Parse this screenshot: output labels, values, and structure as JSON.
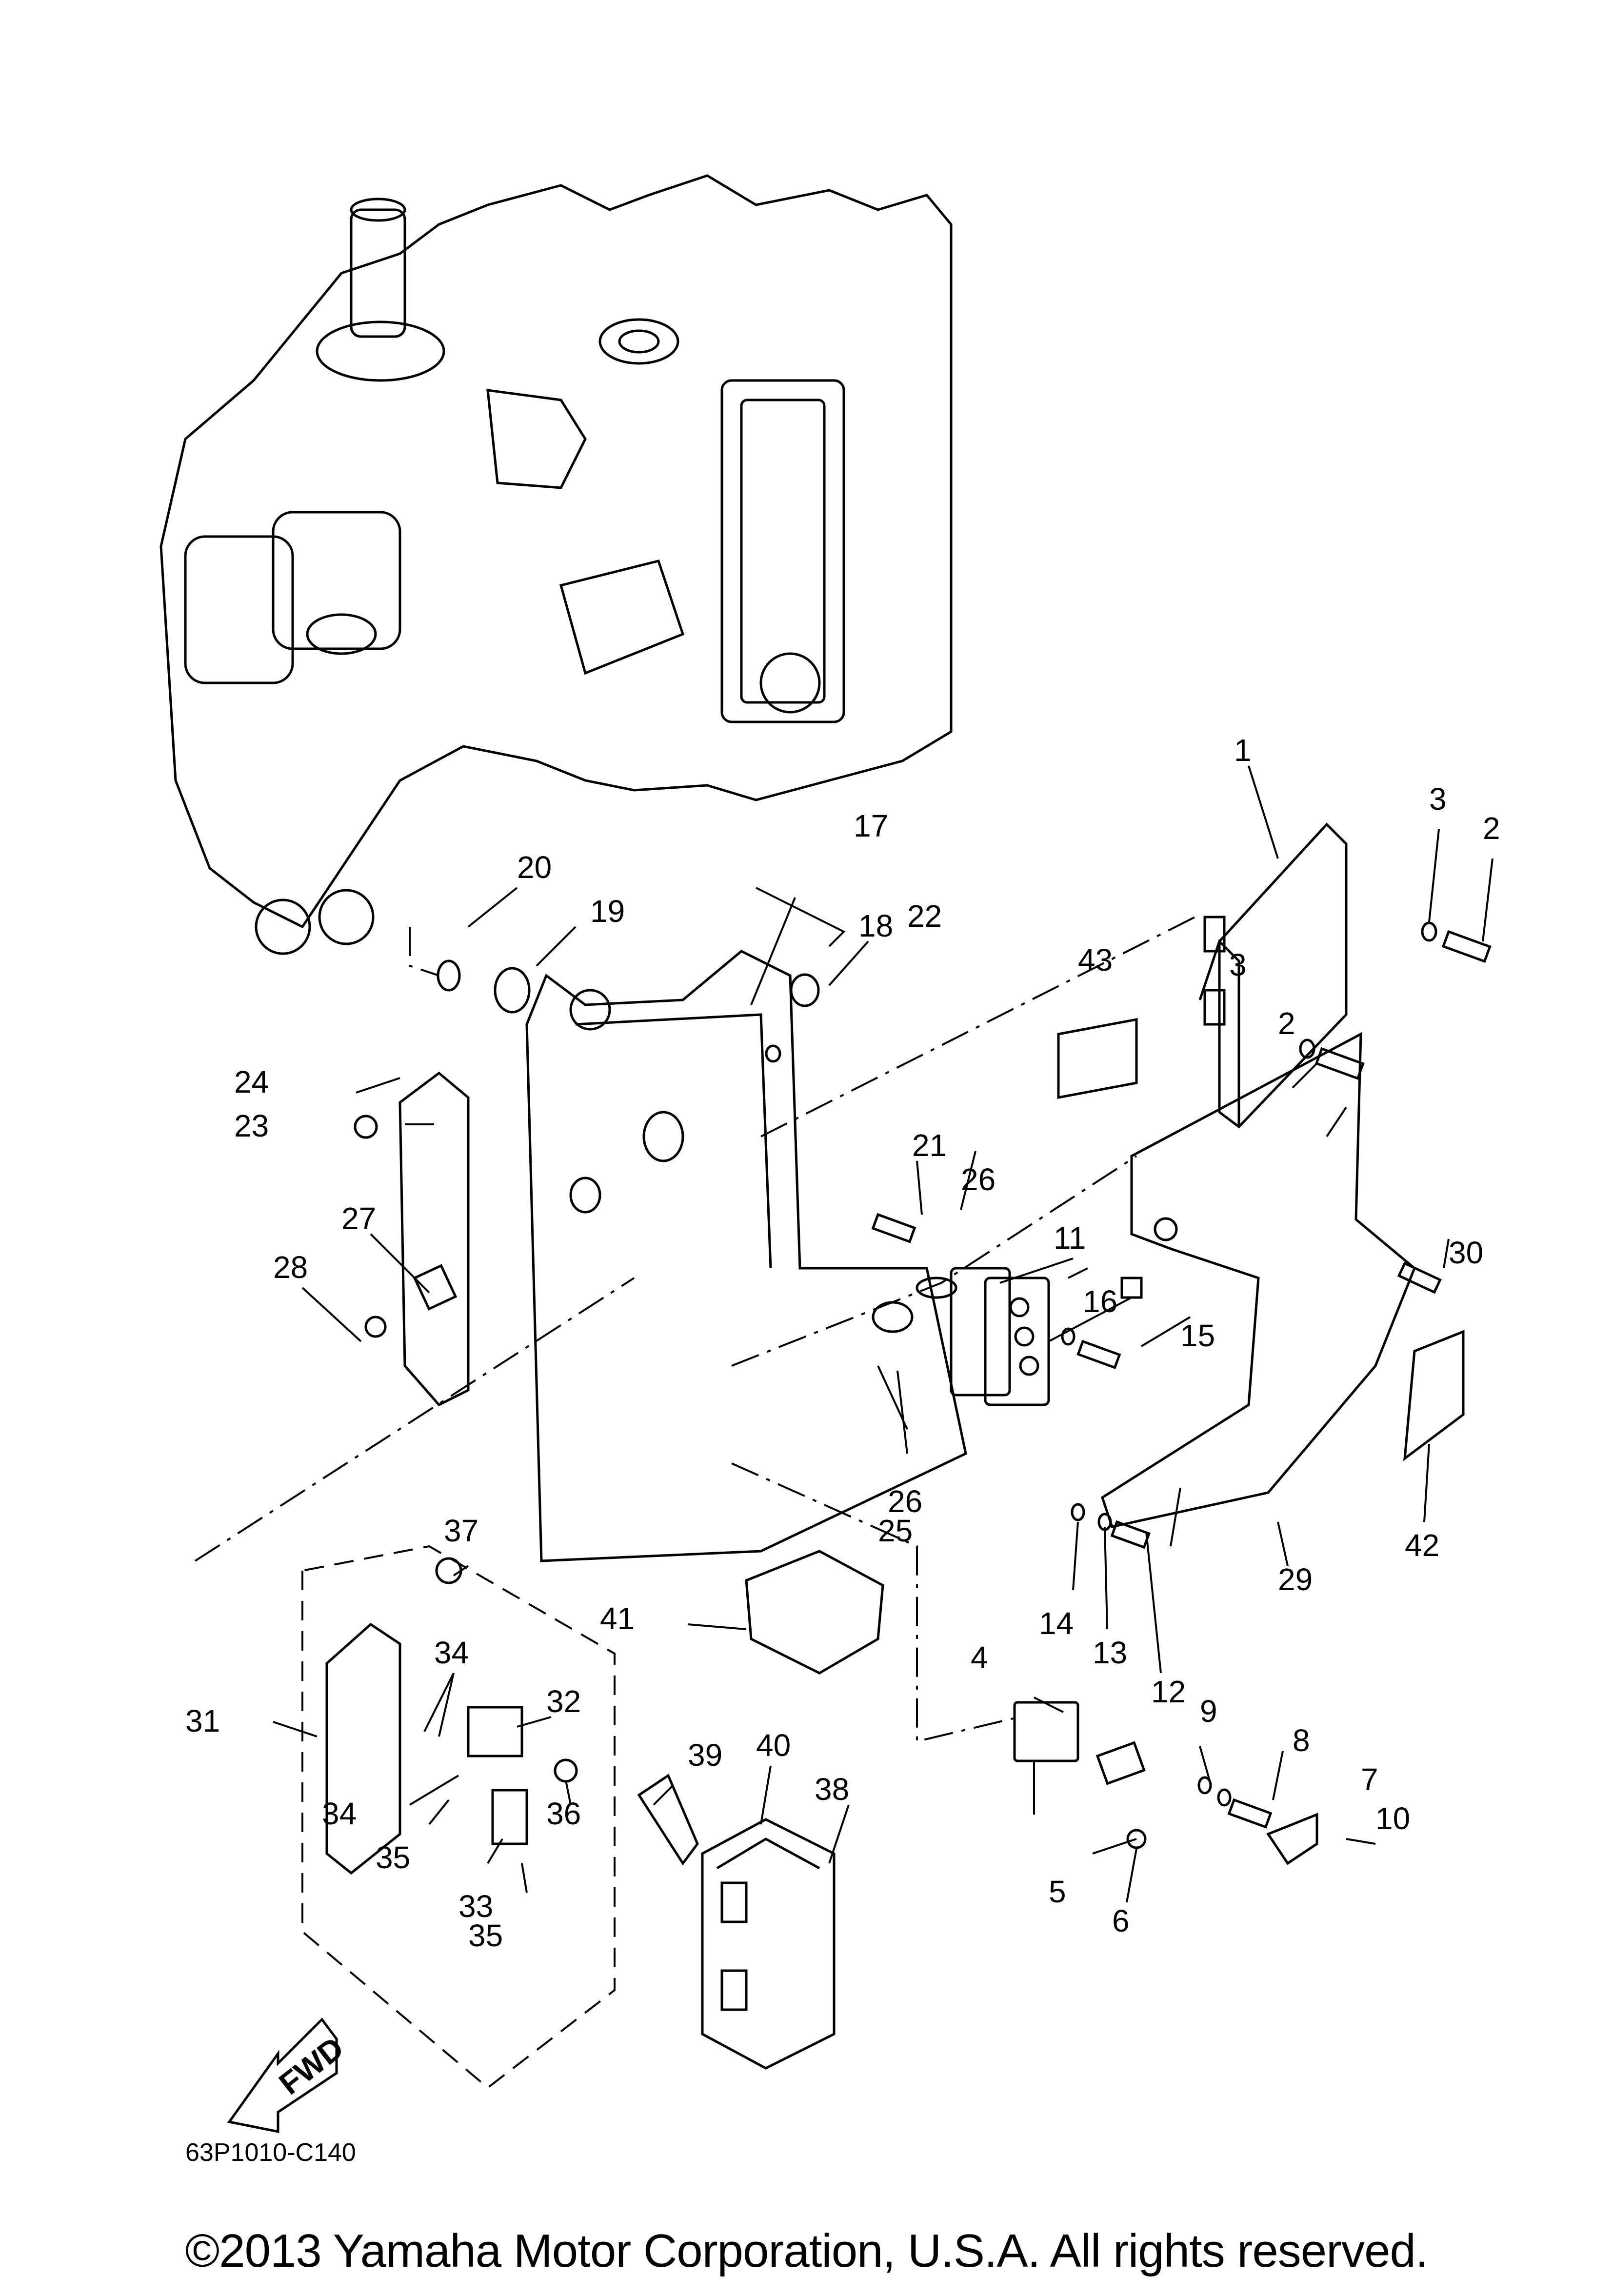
{
  "diagram": {
    "code": "63P1010-C140",
    "fwd_label": "FWD",
    "copyright": "©2013 Yamaha Motor Corporation, U.S.A. All rights reserved."
  },
  "callouts": [
    {
      "id": "c1",
      "text": "1"
    },
    {
      "id": "c2a",
      "text": "2"
    },
    {
      "id": "c2b",
      "text": "2"
    },
    {
      "id": "c3a",
      "text": "3"
    },
    {
      "id": "c3b",
      "text": "3"
    },
    {
      "id": "c4",
      "text": "4"
    },
    {
      "id": "c5",
      "text": "5"
    },
    {
      "id": "c6",
      "text": "6"
    },
    {
      "id": "c7",
      "text": "7"
    },
    {
      "id": "c8",
      "text": "8"
    },
    {
      "id": "c9",
      "text": "9"
    },
    {
      "id": "c10",
      "text": "10"
    },
    {
      "id": "c11",
      "text": "11"
    },
    {
      "id": "c12",
      "text": "12"
    },
    {
      "id": "c13",
      "text": "13"
    },
    {
      "id": "c14",
      "text": "14"
    },
    {
      "id": "c15",
      "text": "15"
    },
    {
      "id": "c16",
      "text": "16"
    },
    {
      "id": "c17",
      "text": "17"
    },
    {
      "id": "c18",
      "text": "18"
    },
    {
      "id": "c19",
      "text": "19"
    },
    {
      "id": "c20",
      "text": "20"
    },
    {
      "id": "c21",
      "text": "21"
    },
    {
      "id": "c22",
      "text": "22"
    },
    {
      "id": "c23",
      "text": "23"
    },
    {
      "id": "c24",
      "text": "24"
    },
    {
      "id": "c25",
      "text": "25"
    },
    {
      "id": "c26a",
      "text": "26"
    },
    {
      "id": "c26b",
      "text": "26"
    },
    {
      "id": "c27",
      "text": "27"
    },
    {
      "id": "c28",
      "text": "28"
    },
    {
      "id": "c29",
      "text": "29"
    },
    {
      "id": "c30",
      "text": "30"
    },
    {
      "id": "c31",
      "text": "31"
    },
    {
      "id": "c32",
      "text": "32"
    },
    {
      "id": "c33",
      "text": "33"
    },
    {
      "id": "c34a",
      "text": "34"
    },
    {
      "id": "c34b",
      "text": "34"
    },
    {
      "id": "c35a",
      "text": "35"
    },
    {
      "id": "c35b",
      "text": "35"
    },
    {
      "id": "c36",
      "text": "36"
    },
    {
      "id": "c37",
      "text": "37"
    },
    {
      "id": "c38",
      "text": "38"
    },
    {
      "id": "c39",
      "text": "39"
    },
    {
      "id": "c40",
      "text": "40"
    },
    {
      "id": "c41",
      "text": "41"
    },
    {
      "id": "c42",
      "text": "42"
    },
    {
      "id": "c43",
      "text": "43"
    }
  ]
}
